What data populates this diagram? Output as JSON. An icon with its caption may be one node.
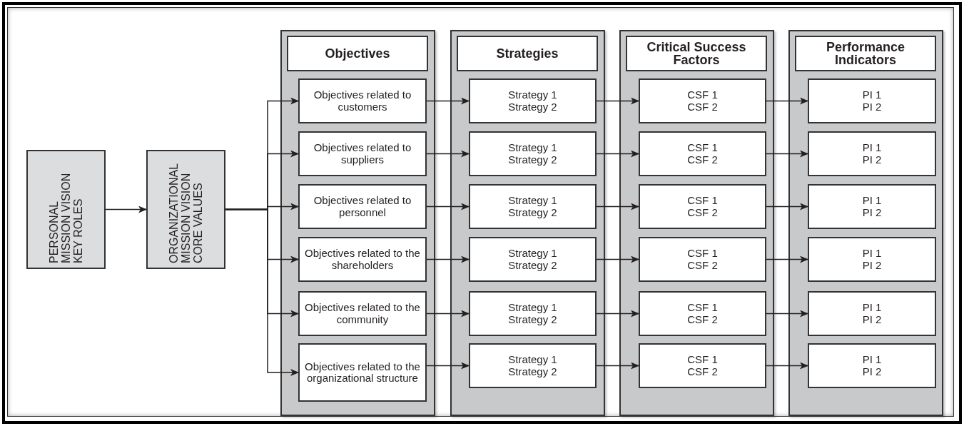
{
  "diagram": {
    "nodes": [
      {
        "text": [
          "PERSONAL MISSION VISION KEY ROLES"
        ]
      },
      {
        "text": [
          "ORGANIZATIONAL MISSION VISION CORE VALUES"
        ]
      },
      {
        "text": [
          "Objectives"
        ]
      },
      {
        "text": [
          "Objectives related to customers"
        ],
        "in": 2
      },
      {
        "text": [
          "Objectives related to suppliers"
        ],
        "in": 2
      },
      {
        "text": [
          "Objectives related to personnel"
        ],
        "in": 2
      },
      {
        "text": [
          "Objectives related to the shareholders"
        ],
        "in": 2
      },
      {
        "text": [
          "Objectives related to the community"
        ],
        "in": 2
      },
      {
        "text": [
          "Objectives related to the organizational structure"
        ],
        "in": 2
      },
      {
        "text": [
          "Strategies"
        ]
      },
      {
        "text": [
          "Strategy 1",
          "Strategy 2"
        ],
        "in": 9
      },
      {
        "text": [
          "Strategy 1",
          "Strategy 2"
        ],
        "in": 9
      },
      {
        "text": [
          "Strategy 1",
          "Strategy 2"
        ],
        "in": 9
      },
      {
        "text": [
          "Strategy 1",
          "Strategy 2"
        ],
        "in": 9
      },
      {
        "text": [
          "Strategy 1",
          "Strategy 2"
        ],
        "in": 9
      },
      {
        "text": [
          "Strategy 1",
          "Strategy 2"
        ],
        "in": 9
      },
      {
        "text": [
          "Critical Success Factors"
        ]
      },
      {
        "text": [
          "CSF 1",
          "CSF 2"
        ],
        "in": 16
      },
      {
        "text": [
          "CSF 1",
          "CSF 2"
        ],
        "in": 16
      },
      {
        "text": [
          "CSF 1",
          "CSF 2"
        ],
        "in": 16
      },
      {
        "text": [
          "CSF 1",
          "CSF 2"
        ],
        "in": 16
      },
      {
        "text": [
          "CSF 1",
          "CSF 2"
        ],
        "in": 16
      },
      {
        "text": [
          "CSF 1",
          "CSF 2"
        ],
        "in": 16
      },
      {
        "text": [
          "Performance Indicators"
        ]
      },
      {
        "text": [
          "PI 1",
          "PI 2"
        ],
        "in": 23
      },
      {
        "text": [
          "PI 1",
          "PI 2"
        ],
        "in": 23
      },
      {
        "text": [
          "PI 1",
          "PI 2"
        ],
        "in": 23
      },
      {
        "text": [
          "PI 1",
          "PI 2"
        ],
        "in": 23
      },
      {
        "text": [
          "PI 1",
          "PI 2"
        ],
        "in": 23
      },
      {
        "text": [
          "PI 1",
          "PI 2"
        ],
        "in": 23
      }
    ],
    "edges": [
      {
        "from": 0,
        "to": 1,
        "arrow": "to"
      },
      {
        "from": 1,
        "to": 3,
        "arrow": "to"
      },
      {
        "from": 1,
        "to": 4,
        "arrow": "to"
      },
      {
        "from": 1,
        "to": 5,
        "arrow": "to"
      },
      {
        "from": 1,
        "to": 6,
        "arrow": "to"
      },
      {
        "from": 1,
        "to": 7,
        "arrow": "to"
      },
      {
        "from": 1,
        "to": 8,
        "arrow": "to"
      },
      {
        "from": 3,
        "to": 10,
        "arrow": "to"
      },
      {
        "from": 4,
        "to": 11,
        "arrow": "to"
      },
      {
        "from": 5,
        "to": 12,
        "arrow": "to"
      },
      {
        "from": 6,
        "to": 13,
        "arrow": "to"
      },
      {
        "from": 7,
        "to": 14,
        "arrow": "to"
      },
      {
        "from": 8,
        "to": 15,
        "arrow": "to"
      },
      {
        "from": 10,
        "to": 17,
        "arrow": "to"
      },
      {
        "from": 11,
        "to": 18,
        "arrow": "to"
      },
      {
        "from": 12,
        "to": 19,
        "arrow": "to"
      },
      {
        "from": 13,
        "to": 20,
        "arrow": "to"
      },
      {
        "from": 14,
        "to": 21,
        "arrow": "to"
      },
      {
        "from": 15,
        "to": 22,
        "arrow": "to"
      },
      {
        "from": 17,
        "to": 24,
        "arrow": "to"
      },
      {
        "from": 18,
        "to": 25,
        "arrow": "to"
      },
      {
        "from": 19,
        "to": 26,
        "arrow": "to"
      },
      {
        "from": 20,
        "to": 27,
        "arrow": "to"
      },
      {
        "from": 21,
        "to": 28,
        "arrow": "to"
      },
      {
        "from": 22,
        "to": 29,
        "arrow": "to"
      }
    ]
  }
}
